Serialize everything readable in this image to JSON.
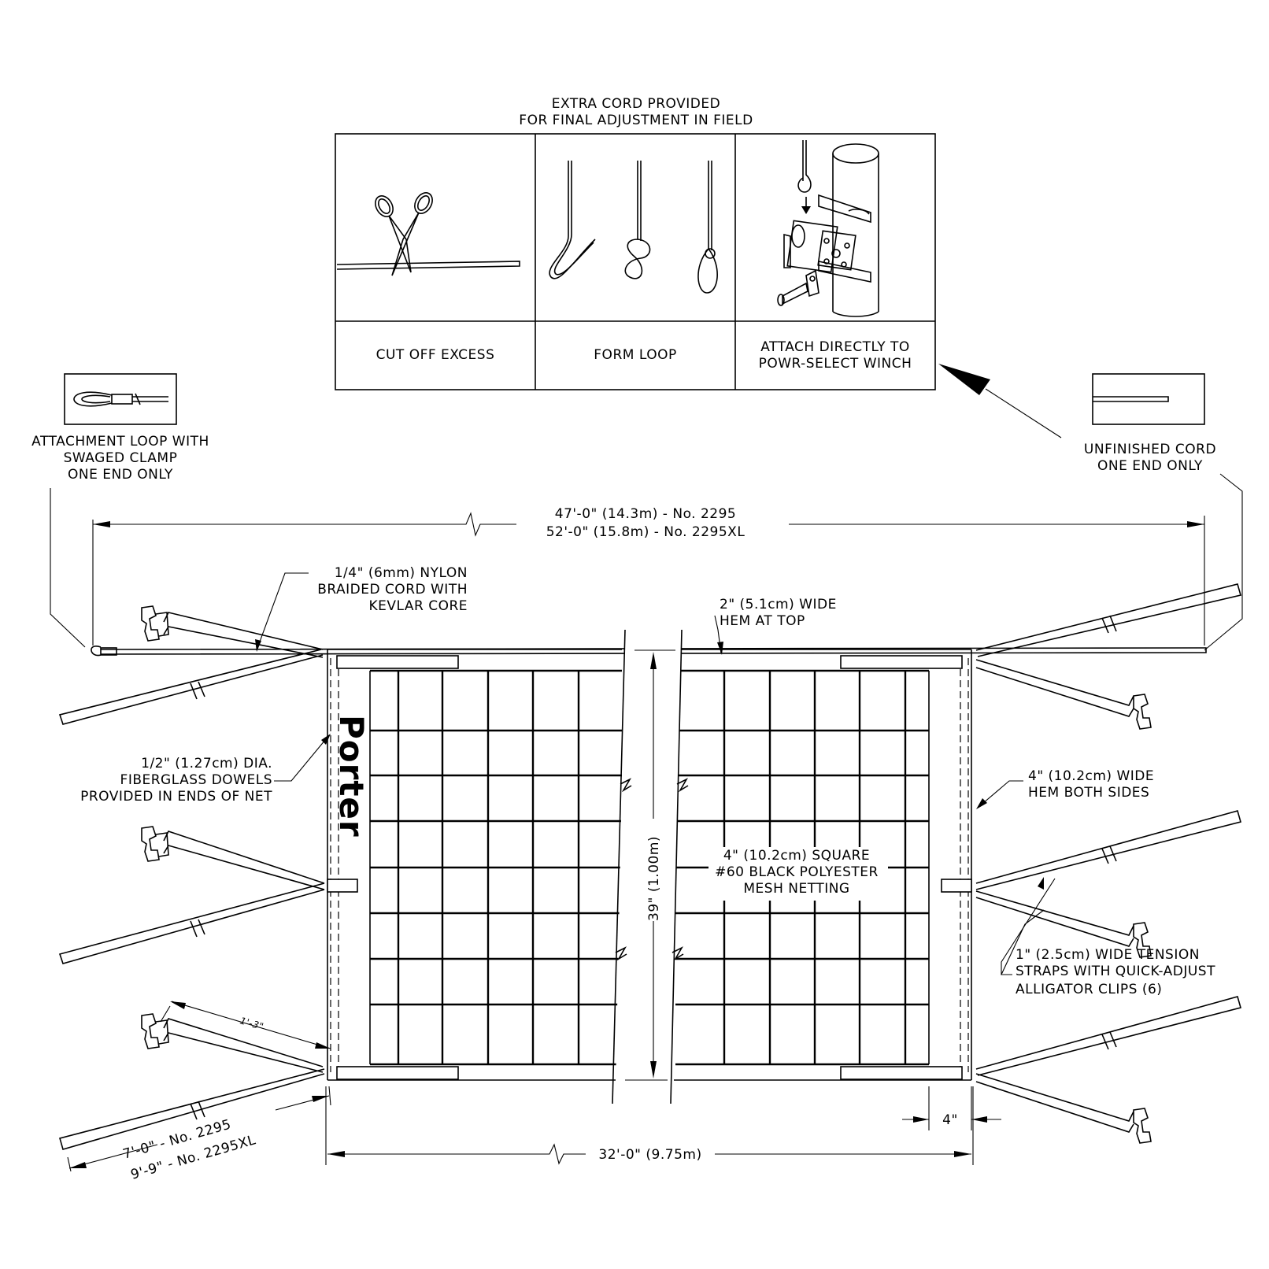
{
  "labels": {
    "extra_cord_1": "EXTRA CORD PROVIDED",
    "extra_cord_2": "FOR FINAL ADJUSTMENT IN FIELD",
    "step_cut": "CUT OFF EXCESS",
    "step_loop": "FORM LOOP",
    "step_attach_1": "ATTACH DIRECTLY TO",
    "step_attach_2": "POWR-SELECT WINCH",
    "attach_loop_1": "ATTACHMENT LOOP WITH",
    "attach_loop_2": "SWAGED CLAMP",
    "attach_loop_3": "ONE END ONLY",
    "unfinished_1": "UNFINISHED CORD",
    "unfinished_2": "ONE END ONLY",
    "length_2295": "47'-0\" (14.3m) - No. 2295",
    "length_2295xl": "52'-0\" (15.8m) - No. 2295XL",
    "cord_1": "1/4\" (6mm) NYLON",
    "cord_2": "BRAIDED CORD WITH",
    "cord_3": "KEVLAR CORE",
    "hem_top_1": "2\" (5.1cm) WIDE",
    "hem_top_2": "HEM AT TOP",
    "dowel_1": "1/2\" (1.27cm) DIA.",
    "dowel_2": "FIBERGLASS DOWELS",
    "dowel_3": "PROVIDED IN ENDS OF NET",
    "hem_sides_1": "4\" (10.2cm) WIDE",
    "hem_sides_2": "HEM BOTH SIDES",
    "mesh_1": "4\" (10.2cm) SQUARE",
    "mesh_2": "#60 BLACK POLYESTER",
    "mesh_3": "MESH NETTING",
    "height": "39\" (1.00m)",
    "straps_1": "1\" (2.5cm) WIDE TENSION",
    "straps_2": "STRAPS WITH QUICK-ADJUST",
    "straps_3": "ALLIGATOR CLIPS (6)",
    "strap_len_small": "1'-3\"",
    "strap_2295": "7'-0\"  -  No. 2295",
    "strap_2295xl": "9'-9\"  -  No. 2295XL",
    "hem_4": "4\"",
    "width": "32'-0\" (9.75m)",
    "logo": "Porter"
  },
  "icons": [
    "scissors-icon",
    "loop-knot-icon",
    "winch-icon",
    "swaged-loop-icon",
    "cord-end-icon",
    "alligator-clip-icon"
  ]
}
